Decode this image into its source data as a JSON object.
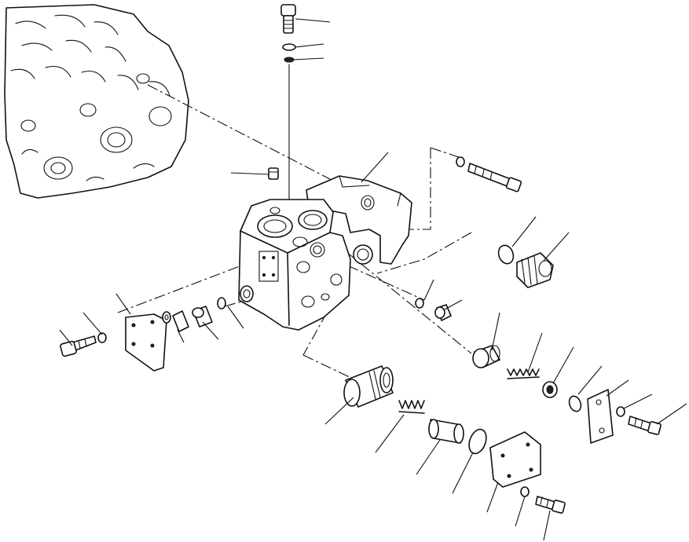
{
  "diagram": {
    "kind": "exploded-parts-view",
    "subject": "valve-body-assembly",
    "labels": [],
    "parts": [
      {
        "id": "top-plug-bolt"
      },
      {
        "id": "top-washer"
      },
      {
        "id": "top-oring"
      },
      {
        "id": "small-plug"
      },
      {
        "id": "valve-body"
      },
      {
        "id": "mounting-bracket"
      },
      {
        "id": "bracket-bolt"
      },
      {
        "id": "bracket-washer"
      },
      {
        "id": "plug-oring"
      },
      {
        "id": "large-plug"
      },
      {
        "id": "cover-plate-left"
      },
      {
        "id": "cover-bolt-left"
      },
      {
        "id": "cover-washer-left"
      },
      {
        "id": "small-oring-left"
      },
      {
        "id": "plug-left"
      },
      {
        "id": "pin-left"
      },
      {
        "id": "side-washer"
      },
      {
        "id": "side-plug"
      },
      {
        "id": "sleeve"
      },
      {
        "id": "spring-right"
      },
      {
        "id": "spring-seat"
      },
      {
        "id": "oring-right"
      },
      {
        "id": "retainer-block"
      },
      {
        "id": "washer-right"
      },
      {
        "id": "bolt-right"
      },
      {
        "id": "spool-large"
      },
      {
        "id": "spring-lower"
      },
      {
        "id": "piston-lower"
      },
      {
        "id": "oring-lower"
      },
      {
        "id": "cover-plate-lower"
      },
      {
        "id": "washer-lower"
      },
      {
        "id": "bolt-lower"
      }
    ]
  }
}
